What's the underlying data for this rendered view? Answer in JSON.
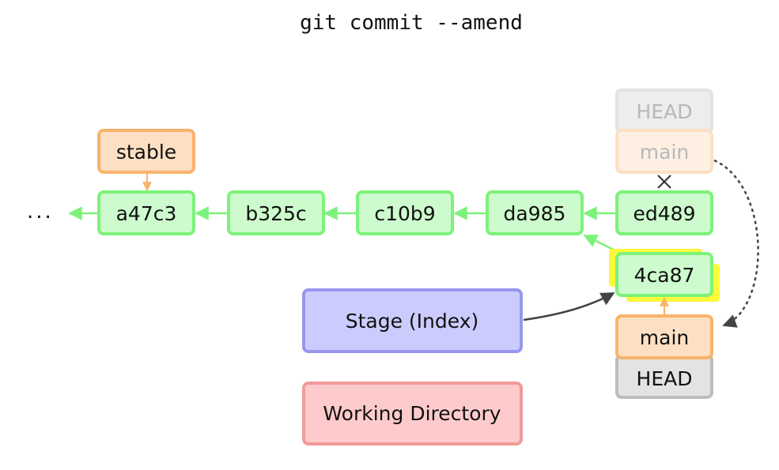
{
  "title": "git commit --amend",
  "ellipsis": "...",
  "commits": {
    "a47c3": "a47c3",
    "b325c": "b325c",
    "c10b9": "c10b9",
    "da985": "da985",
    "ed489": "ed489",
    "new_commit": "4ca87"
  },
  "refs": {
    "stable": "stable",
    "old_head": "HEAD",
    "old_main": "main",
    "new_main": "main",
    "new_head": "HEAD"
  },
  "areas": {
    "stage": "Stage (Index)",
    "working": "Working Directory"
  },
  "colors": {
    "commit_fill": "#cdfbcd",
    "commit_stroke": "#7df27a",
    "branch_fill": "#fde0c4",
    "branch_stroke": "#f8b36b",
    "head_fill": "#e3e3e3",
    "head_stroke": "#bdbdbd",
    "stage_fill": "#cbcbfd",
    "stage_stroke": "#9797f0",
    "working_fill": "#fdcbcb",
    "working_stroke": "#f29a9a",
    "highlight": "#fafa3a"
  }
}
